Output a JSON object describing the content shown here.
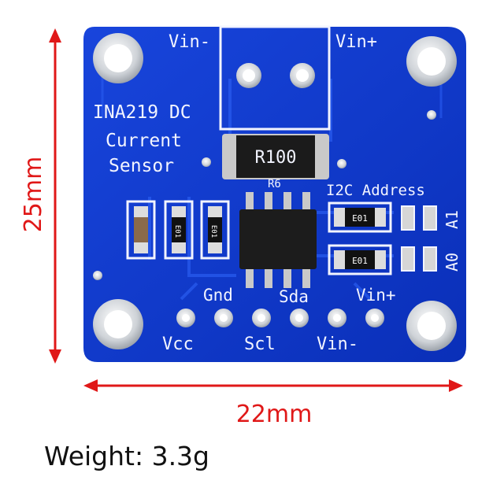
{
  "board": {
    "title_line1": "INA219 DC",
    "title_line2": "Current",
    "title_line3": "Sensor",
    "top_left_label": "Vin-",
    "top_right_label": "Vin+",
    "shunt_marking": "R100",
    "shunt_ref": "R6",
    "i2c_label": "I2C Address",
    "a1_label": "A1",
    "a0_label": "A0",
    "jumper_marking": "E01",
    "pins_top": [
      "Gnd",
      "Sda",
      "Vin+"
    ],
    "pins_bottom": [
      "Vcc",
      "Scl",
      "Vin-"
    ]
  },
  "dimensions": {
    "height_label": "25mm",
    "width_label": "22mm"
  },
  "weight_label": "Weight: 3.3g",
  "colors": {
    "pcb": "#0a33c8",
    "silkscreen": "#f2f4ff",
    "dimension": "#e01818",
    "pad": "#d9d9d9"
  }
}
